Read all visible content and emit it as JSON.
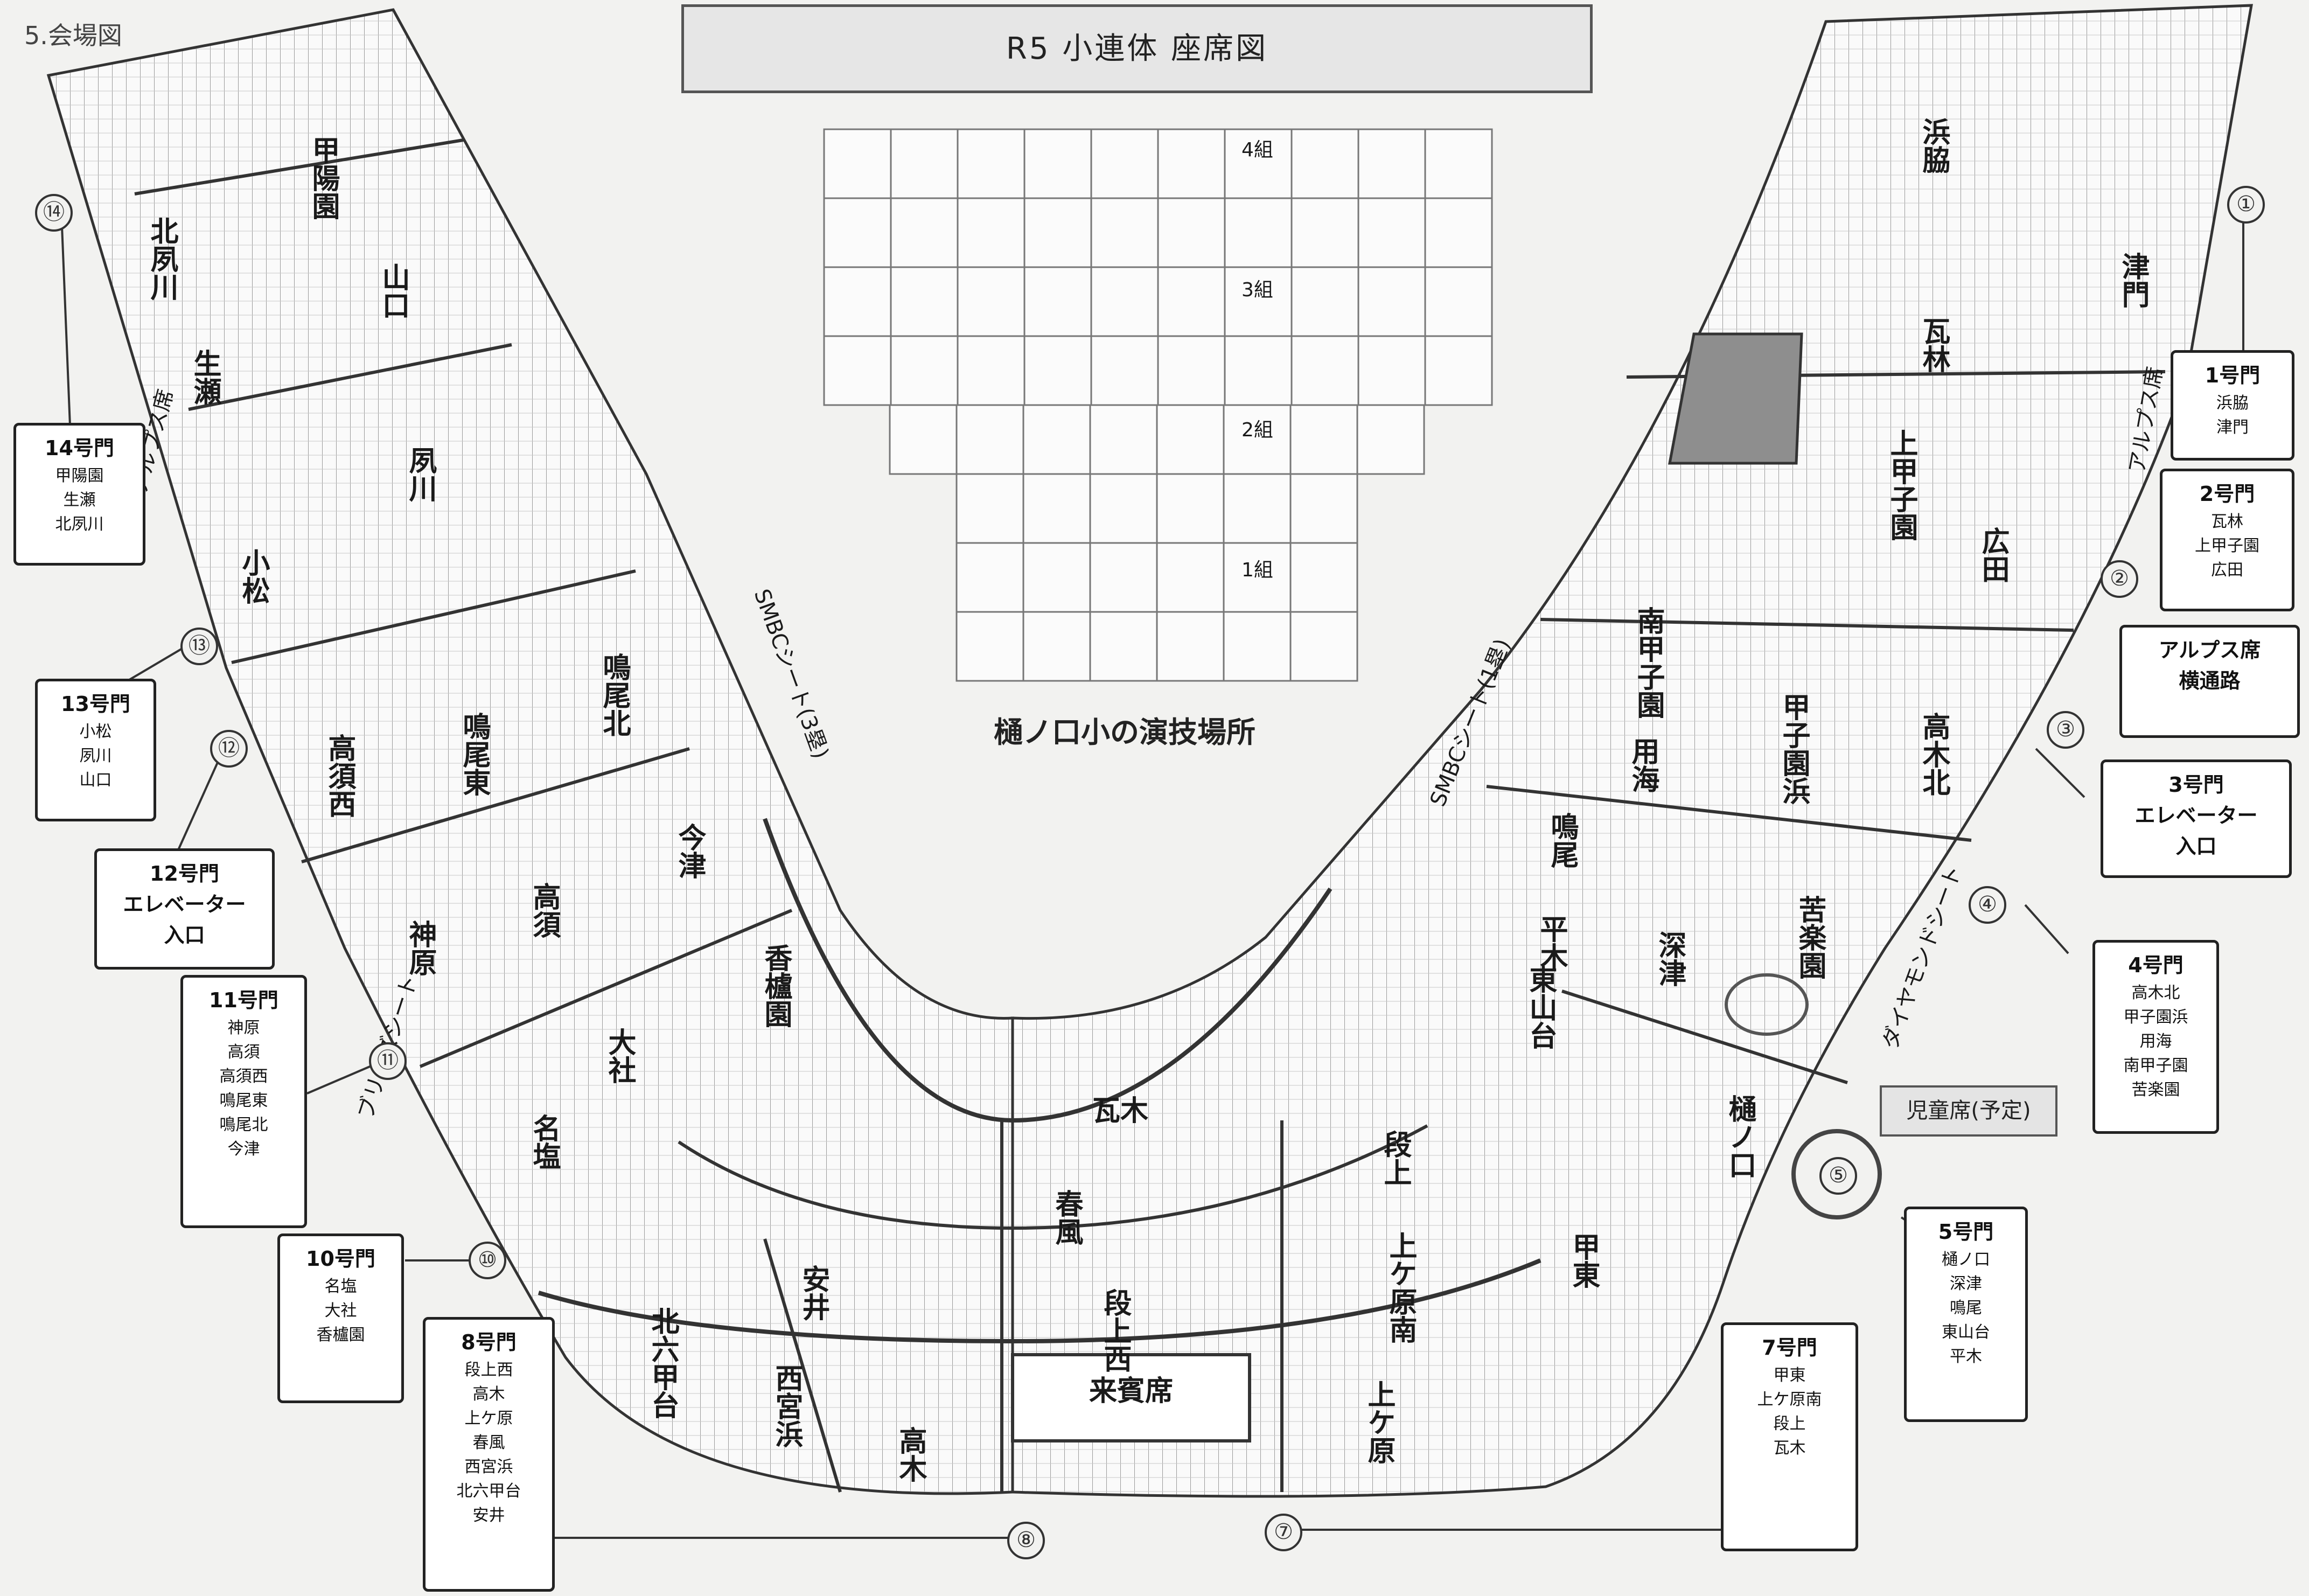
{
  "page_label": "5.会場図",
  "title": "R5 小連体 座席図",
  "stage_caption": "樋ノ口小の演技場所",
  "grid_labels": [
    "4組",
    "3組",
    "2組",
    "1組"
  ],
  "children_seat_label": "児童席(予定)",
  "side_labels": {
    "alps_left": "アルプス席",
    "breeze_seat": "ブリーズシート",
    "smbc_left": "SMBCシート(3塁)",
    "smbc_right": "SMBCシート(1塁)",
    "diamond_seat": "ダイヤモンドシート",
    "alps_right": "アルプス席"
  },
  "sections": [
    {
      "name": "北夙川"
    },
    {
      "name": "甲陽園"
    },
    {
      "name": "生瀬"
    },
    {
      "name": "山口"
    },
    {
      "name": "夙川"
    },
    {
      "name": "小松"
    },
    {
      "name": "高須西"
    },
    {
      "name": "鳴尾東"
    },
    {
      "name": "鳴尾北"
    },
    {
      "name": "高須"
    },
    {
      "name": "神原"
    },
    {
      "name": "今津"
    },
    {
      "name": "香櫨園"
    },
    {
      "name": "大社"
    },
    {
      "name": "名塩"
    },
    {
      "name": "瓦木"
    },
    {
      "name": "春風"
    },
    {
      "name": "安井"
    },
    {
      "name": "段上西"
    },
    {
      "name": "北六甲台"
    },
    {
      "name": "西宮浜"
    },
    {
      "name": "高木"
    },
    {
      "name": "来賓席"
    },
    {
      "name": "上ケ原"
    },
    {
      "name": "上ケ原南"
    },
    {
      "name": "段上"
    },
    {
      "name": "甲東"
    },
    {
      "name": "樋ノ口"
    },
    {
      "name": "深津"
    },
    {
      "name": "苦楽園"
    },
    {
      "name": "東山台"
    },
    {
      "name": "平木"
    },
    {
      "name": "鳴尾"
    },
    {
      "name": "用海"
    },
    {
      "name": "甲子園浜"
    },
    {
      "name": "高木北"
    },
    {
      "name": "南甲子園"
    },
    {
      "name": "浜脇"
    },
    {
      "name": "津門"
    },
    {
      "name": "瓦林"
    },
    {
      "name": "上甲子園"
    },
    {
      "name": "広田"
    }
  ],
  "gates": [
    {
      "num": "①",
      "title": "1号門",
      "items": [
        "浜脇",
        "津門"
      ]
    },
    {
      "num": "②",
      "title": "2号門",
      "items": [
        "瓦林",
        "上甲子園",
        "広田"
      ]
    },
    {
      "num": "",
      "title": "アルプス席",
      "items": [
        "横通路"
      ]
    },
    {
      "num": "③",
      "title": "3号門",
      "items": [
        "エレベーター",
        "入口"
      ]
    },
    {
      "num": "④",
      "title": "4号門",
      "items": [
        "高木北",
        "甲子園浜",
        "用海",
        "南甲子園",
        "苦楽園"
      ]
    },
    {
      "num": "⑤",
      "title": "5号門",
      "items": [
        "樋ノ口",
        "深津",
        "鳴尾",
        "東山台",
        "平木"
      ]
    },
    {
      "num": "⑦",
      "title": "7号門",
      "items": [
        "甲東",
        "上ケ原南",
        "段上",
        "瓦木"
      ]
    },
    {
      "num": "⑧",
      "title": "8号門",
      "items": [
        "段上西",
        "高木",
        "上ケ原",
        "春風",
        "西宮浜",
        "北六甲台",
        "安井"
      ]
    },
    {
      "num": "⑩",
      "title": "10号門",
      "items": [
        "名塩",
        "大社",
        "香櫨園"
      ]
    },
    {
      "num": "⑪",
      "title": "11号門",
      "items": [
        "神原",
        "高須",
        "高須西",
        "鳴尾東",
        "鳴尾北",
        "今津"
      ]
    },
    {
      "num": "⑫",
      "title": "12号門",
      "items": [
        "エレベーター",
        "入口"
      ]
    },
    {
      "num": "⑬",
      "title": "13号門",
      "items": [
        "小松",
        "夙川",
        "山口"
      ]
    },
    {
      "num": "⑭",
      "title": "14号門",
      "items": [
        "甲陽園",
        "生瀬",
        "北夙川"
      ]
    }
  ]
}
